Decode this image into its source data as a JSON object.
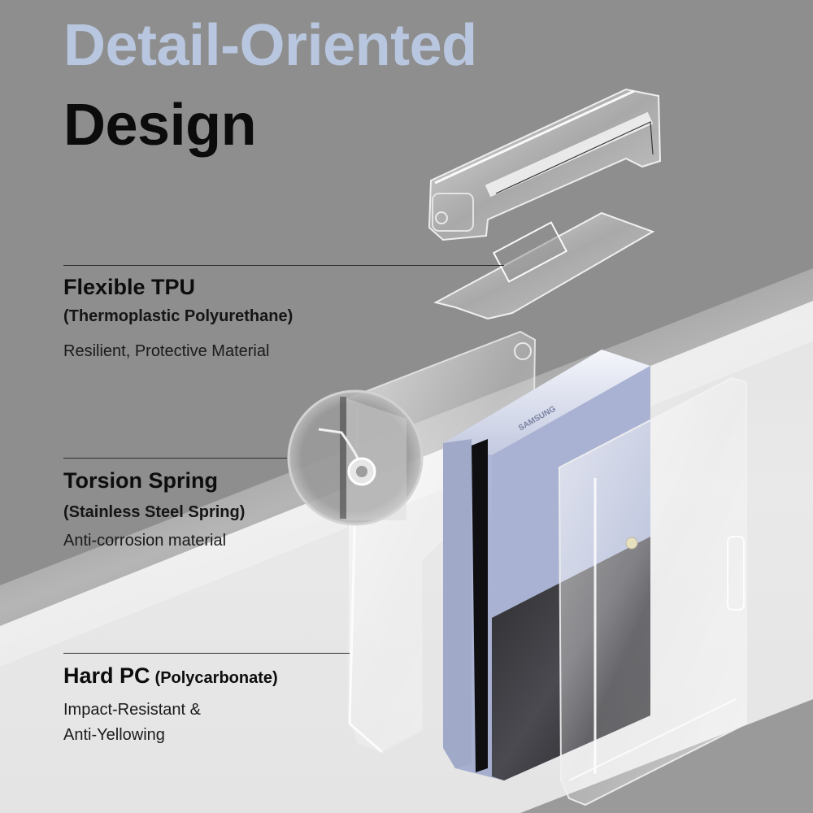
{
  "headline": {
    "line1": "Detail-Oriented",
    "line2": "Design",
    "line1_color": "#b8c7df",
    "line2_color": "#0b0b0b"
  },
  "features": [
    {
      "title": "Flexible TPU",
      "subtitle": "(Thermoplastic Polyurethane)",
      "description": "Resilient, Protective Material"
    },
    {
      "title": "Torsion Spring",
      "subtitle": "(Stainless Steel Spring)",
      "description": "Anti-corrosion material"
    },
    {
      "title": "Hard PC",
      "title_paren": "(Polycarbonate)",
      "description_line1": "Impact-Resistant &",
      "description_line2": "Anti-Yellowing"
    }
  ],
  "product": {
    "phone_color": "#a7b0d0",
    "phone_brand_mark": "SAMSUNG",
    "parts": [
      "tpu-hinge-top-cover",
      "tpu-hinge-strip",
      "pc-back-shell-left",
      "pc-back-shell-right",
      "torsion-spring-magnifier"
    ]
  }
}
